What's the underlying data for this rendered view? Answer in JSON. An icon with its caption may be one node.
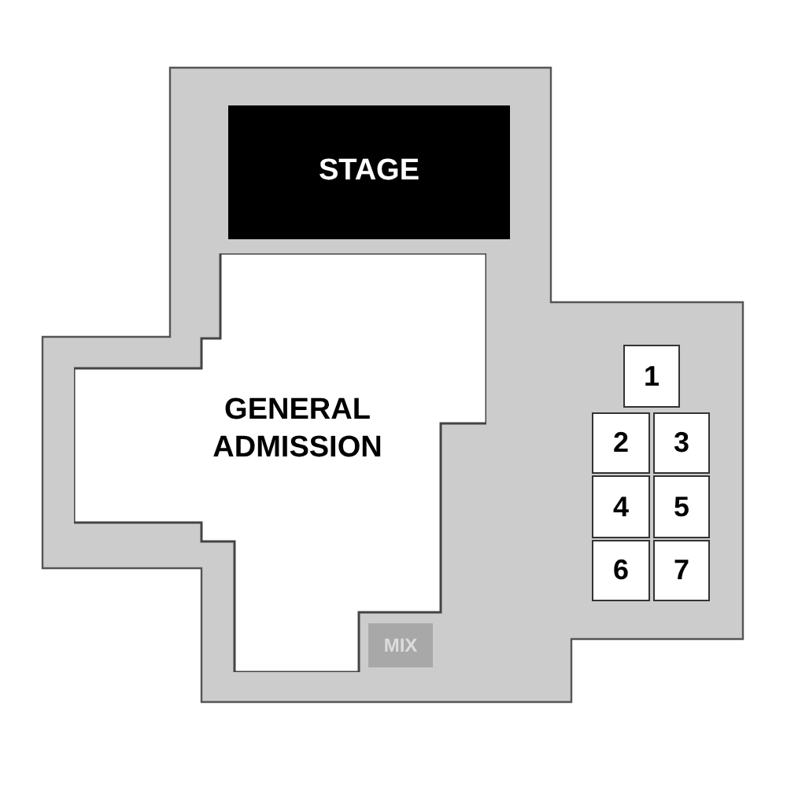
{
  "diagram": {
    "nodes": [
      {
        "text": [
          "STAGE"
        ]
      },
      {
        "text": [
          "GENERAL ADMISSION"
        ]
      },
      {
        "text": [
          "MIX"
        ]
      },
      {
        "text": [
          "1"
        ]
      },
      {
        "text": [
          "2"
        ]
      },
      {
        "text": [
          "3"
        ]
      },
      {
        "text": [
          "4"
        ]
      },
      {
        "text": [
          "5"
        ]
      },
      {
        "text": [
          "6"
        ]
      },
      {
        "text": [
          "7"
        ]
      }
    ]
  }
}
